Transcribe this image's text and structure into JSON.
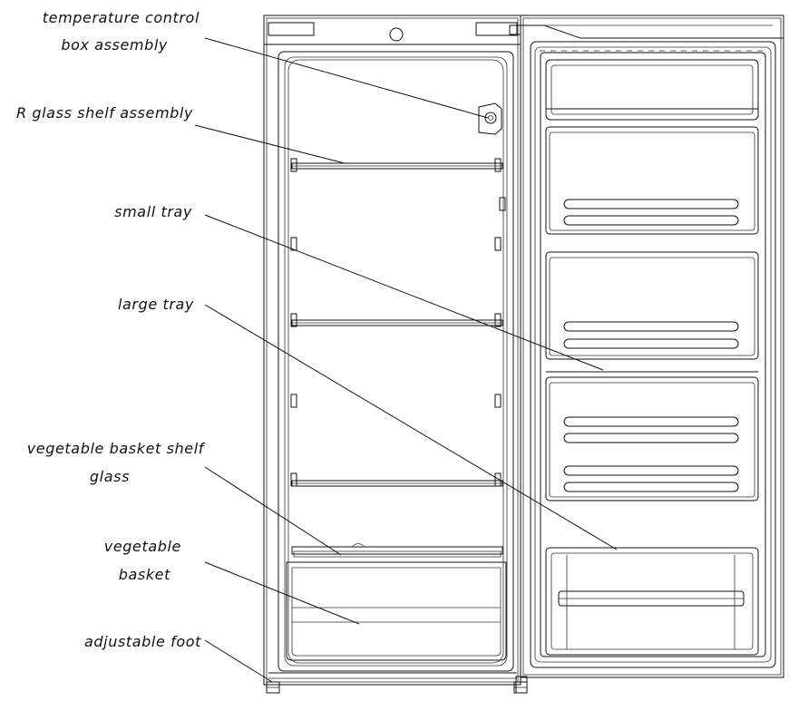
{
  "labels": {
    "temperature_control_line1": "temperature control",
    "temperature_control_line2": "box assembly",
    "glass_shelf": "R glass shelf assembly",
    "small_tray": "small tray",
    "large_tray": "large tray",
    "veg_shelf_line1": "vegetable basket shelf",
    "veg_shelf_line2": "glass",
    "veg_basket_line1": "vegetable",
    "veg_basket_line2": "basket",
    "adjustable_foot": "adjustable foot"
  },
  "colors": {
    "line": "#111111",
    "background": "#ffffff"
  }
}
